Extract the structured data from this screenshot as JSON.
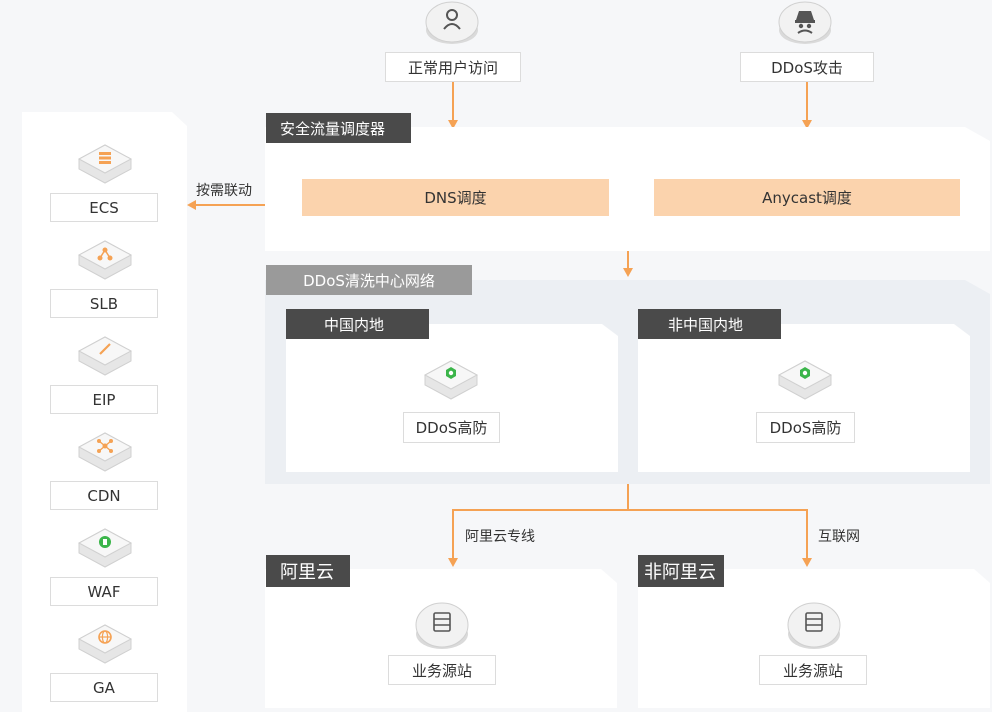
{
  "top_nodes": {
    "normal_user": {
      "label": "正常用户访问",
      "icon": "user-icon"
    },
    "ddos_attack": {
      "label": "DDoS攻击",
      "icon": "hacker-icon"
    }
  },
  "scheduler": {
    "title": "安全流量调度器",
    "items": [
      "DNS调度",
      "Anycast调度"
    ]
  },
  "linkage_label": "按需联动",
  "products": [
    {
      "label": "ECS",
      "icon": "server-stack-icon"
    },
    {
      "label": "SLB",
      "icon": "load-balancer-icon"
    },
    {
      "label": "EIP",
      "icon": "link-icon"
    },
    {
      "label": "CDN",
      "icon": "network-node-icon"
    },
    {
      "label": "WAF",
      "icon": "firewall-icon"
    },
    {
      "label": "GA",
      "icon": "globe-icon"
    }
  ],
  "scrubbing": {
    "title": "DDoS清洗中心网络",
    "regions": [
      {
        "title": "中国内地",
        "node": "DDoS高防",
        "icon": "shield-hex-icon"
      },
      {
        "title": "非中国内地",
        "node": "DDoS高防",
        "icon": "shield-hex-icon"
      }
    ]
  },
  "edges": {
    "left": "阿里云专线",
    "right": "互联网"
  },
  "origins": [
    {
      "title": "阿里云",
      "node": "业务源站",
      "icon": "server-icon"
    },
    {
      "title": "非阿里云",
      "node": "业务源站",
      "icon": "server-icon"
    }
  ],
  "colors": {
    "accent": "#f5a254",
    "orange_fill": "#fbd3ad",
    "dark_tab": "#4a4a4a",
    "gray_tab": "#9a9a9a",
    "icon_green": "#3bb54a"
  }
}
